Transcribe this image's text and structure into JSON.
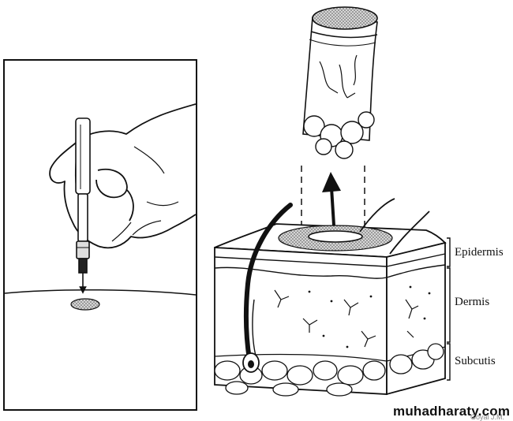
{
  "labels": {
    "epidermis": "Epidermis",
    "dermis": "Dermis",
    "subcutis": "Subcutis"
  },
  "watermark": {
    "site": "muhadharaty.com",
    "tag": "Goyal J.M."
  },
  "colors": {
    "ink": "#111111",
    "stipple": "#9a9a9a",
    "paper": "#ffffff"
  }
}
